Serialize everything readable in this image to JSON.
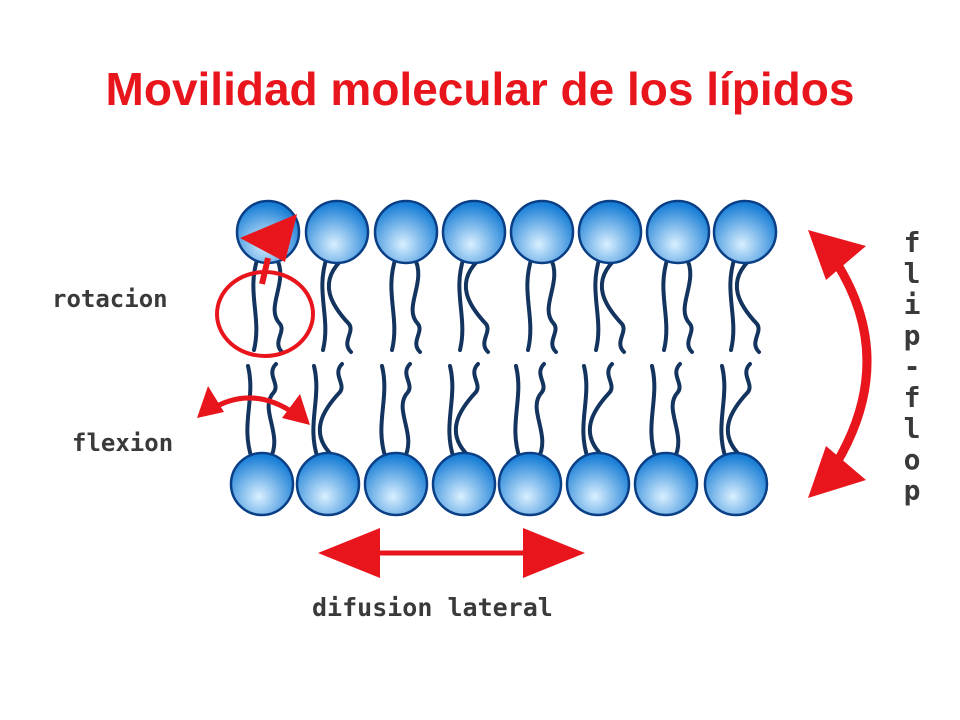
{
  "title": "Movilidad molecular de los lípidos",
  "labels": {
    "rotation": "rotacion",
    "flexion": "flexion",
    "lateral": "difusion lateral",
    "flipflop": [
      "f",
      "l",
      "i",
      "p",
      "-",
      "f",
      "l",
      "o",
      "p"
    ]
  },
  "colors": {
    "title": "#e8161c",
    "arrow": "#e8161c",
    "head_fill_light": "#d9efff",
    "head_fill_dark": "#1a7fd6",
    "head_stroke": "#0a3f86",
    "tail": "#13345e",
    "label": "#3a3a3a"
  },
  "membrane": {
    "lipids_per_leaflet": 8
  }
}
